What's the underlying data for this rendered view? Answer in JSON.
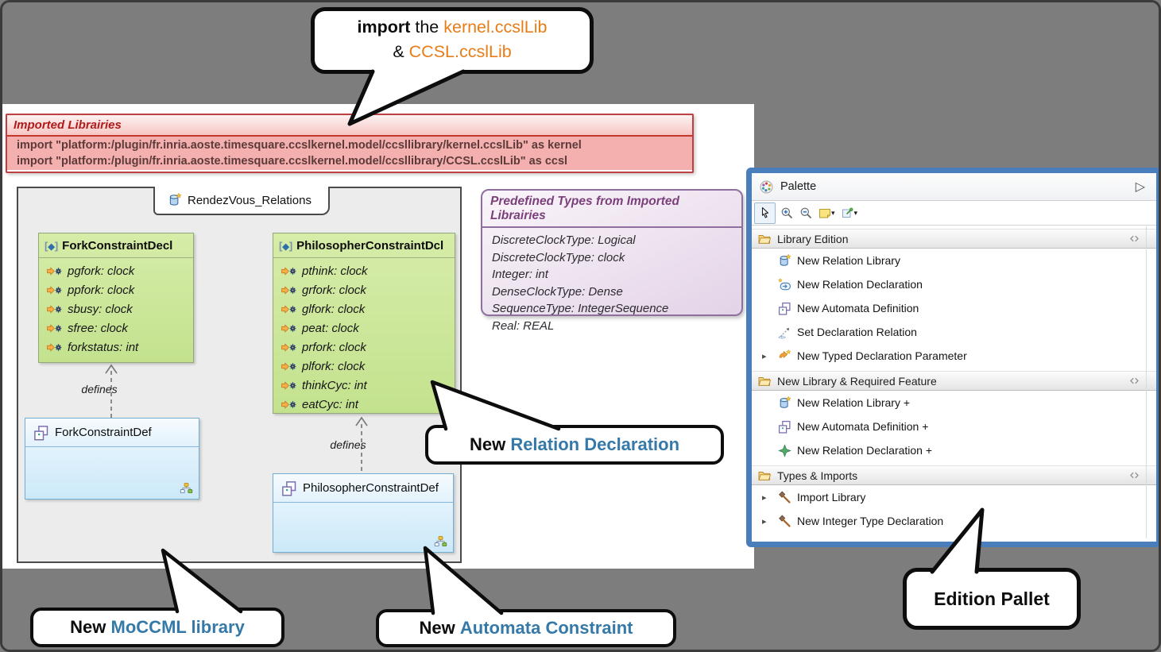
{
  "colors": {
    "background_gray": "#7d7d7d",
    "canvas_white": "#ffffff",
    "teal_highlight": "#3579a8",
    "orange_highlight": "#e87d18",
    "imported_border_red": "#bf4040",
    "imported_title_red": "#b01c1c",
    "decl_green_fill": "#cbe698",
    "def_blue_fill": "#d9eefb",
    "predefined_purple": "#7b3f7b",
    "palette_border_blue": "#4a7ebb"
  },
  "glyphs": {
    "diamond": "◆",
    "bracket_open": "[",
    "bracket_close": "]",
    "caret_down": "▾",
    "palette_collapse": "▷",
    "expand_arrow": "▸"
  },
  "callout_import": {
    "bold": "import",
    "mid": " the ",
    "lib1": "kernel.ccslLib",
    "amp": "& ",
    "lib2": "CCSL.ccslLib"
  },
  "imported_libraries": {
    "title": "Imported Librairies",
    "lines": [
      "import \"platform:/plugin/fr.inria.aoste.timesquare.ccslkernel.model/ccsllibrary/kernel.ccslLib\" as kernel",
      "import \"platform:/plugin/fr.inria.aoste.timesquare.ccslkernel.model/ccsllibrary/CCSL.ccslLib\" as ccsl"
    ]
  },
  "diagram": {
    "tab_label": "RendezVous_Relations",
    "defines_label": "defines",
    "fork_decl": {
      "name": "ForkConstraintDecl",
      "attrs": [
        "pgfork: clock",
        "ppfork: clock",
        "sbusy: clock",
        "sfree: clock",
        "forkstatus: int"
      ]
    },
    "phil_decl": {
      "name": "PhilosopherConstraintDcl",
      "attrs": [
        "pthink: clock",
        "grfork: clock",
        "glfork: clock",
        "peat: clock",
        "prfork: clock",
        "plfork: clock",
        "thinkCyc: int",
        "eatCyc: int"
      ]
    },
    "fork_def": {
      "name": "ForkConstraintDef"
    },
    "phil_def": {
      "name": "PhilosopherConstraintDef"
    }
  },
  "predefined_types": {
    "title": "Predefined Types from Imported Librairies",
    "items": [
      "DiscreteClockType: Logical",
      "DiscreteClockType: clock",
      "Integer: int",
      "DenseClockType: Dense",
      "SequenceType: IntegerSequence",
      "Real: REAL"
    ]
  },
  "palette": {
    "title": "Palette",
    "toolbar_icons": [
      "select-cursor-icon",
      "zoom-in-icon",
      "zoom-out-icon",
      "note-tool-icon",
      "pin-tool-icon"
    ],
    "sections": [
      {
        "label": "Library Edition",
        "items": [
          {
            "label": "New Relation Library",
            "icon": "relation-library-icon"
          },
          {
            "label": "New Relation Declaration",
            "icon": "relation-declaration-icon"
          },
          {
            "label": "New Automata Definition",
            "icon": "automata-definition-icon"
          },
          {
            "label": "Set Declaration Relation",
            "icon": "set-declaration-relation-icon"
          },
          {
            "label": "New Typed Declaration Parameter",
            "icon": "typed-parameter-icon"
          }
        ]
      },
      {
        "label": "New Library & Required Feature",
        "items": [
          {
            "label": "New Relation Library +",
            "icon": "relation-library-icon"
          },
          {
            "label": "New Automata Definition +",
            "icon": "automata-definition-icon"
          },
          {
            "label": "New Relation Declaration +",
            "icon": "green-diamond-icon"
          }
        ]
      },
      {
        "label": "Types & Imports",
        "items": [
          {
            "label": "Import Library",
            "icon": "hammer-icon"
          },
          {
            "label": "New Integer Type Declaration",
            "icon": "hammer-icon"
          }
        ]
      }
    ]
  },
  "callouts": {
    "relation_declaration": {
      "prefix": "New ",
      "highlight": "Relation Declaration"
    },
    "moccml": {
      "prefix": "New ",
      "highlight": "MoCCML library"
    },
    "automata": {
      "prefix": "New ",
      "highlight": "Automata Constraint"
    },
    "edition_pallet": {
      "label": "Edition Pallet"
    }
  }
}
